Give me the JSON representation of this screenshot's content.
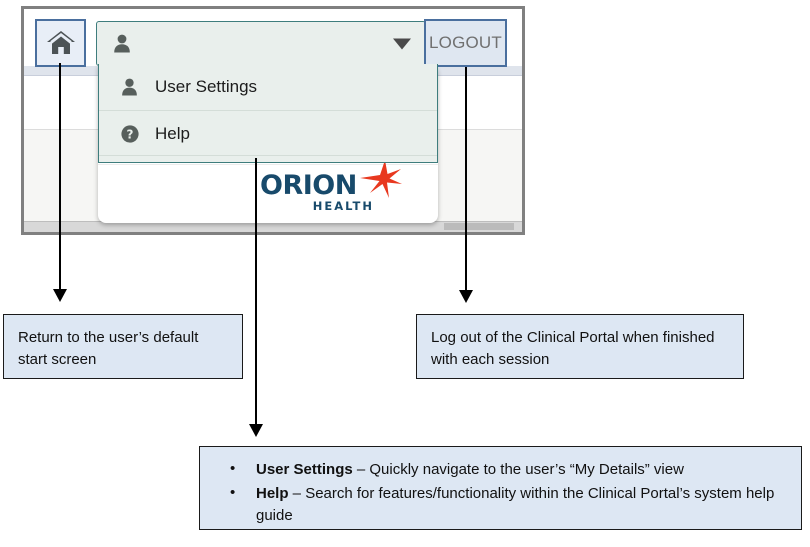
{
  "screenshot": {
    "toolbar": {
      "home_button": {
        "icon": "home-icon",
        "tooltip": "Home"
      },
      "user_dropdown": {
        "icon": "user-icon",
        "value": "",
        "placeholder": "",
        "chevron": "chevron-down-icon"
      },
      "logout_button": {
        "label": "LOGOUT"
      }
    },
    "user_menu": {
      "items": [
        {
          "label": "User Settings",
          "icon": "user-icon"
        },
        {
          "label": "Help",
          "icon": "question-circle-icon"
        }
      ]
    },
    "logo": {
      "word": "ORION",
      "sub": "HEALTH",
      "star": "star-icon",
      "word_color": "#184a6b",
      "star_color": "#e8381f"
    }
  },
  "annotations": {
    "home": {
      "text": "Return to the user’s default start screen"
    },
    "logout": {
      "text": "Log out of the Clinical Portal when finished with each session"
    },
    "menu": {
      "bullets": [
        {
          "bullet": "•",
          "term": "User Settings",
          "rest": " – Quickly navigate to the user’s “My Details” view"
        },
        {
          "bullet": "•",
          "term": "Help",
          "rest": " – Search for features/functionality within the Clinical Portal’s system help guide"
        }
      ]
    }
  },
  "colors": {
    "callout_fill": "#dde7f3",
    "menu_fill": "#e9efec",
    "menu_border": "#3e7d7d",
    "button_border": "#4a6f9e"
  }
}
